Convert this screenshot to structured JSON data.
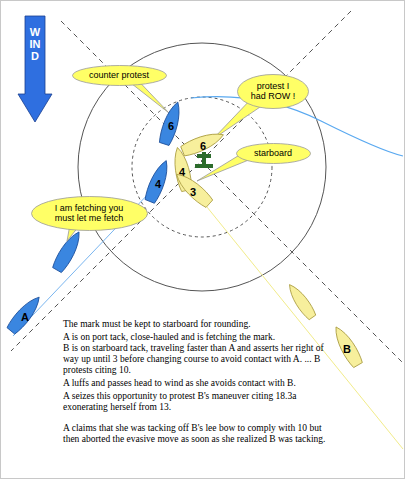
{
  "diagram": {
    "nodes": [
      {
        "text": [
          "WIND"
        ]
      },
      {
        "text": [
          "counter protest"
        ]
      },
      {
        "text": [
          "protest I had ROW !"
        ]
      },
      {
        "text": [
          "starboard"
        ]
      },
      {
        "text": [
          "I am fetching you must let me fetch"
        ]
      },
      {
        "text": [
          "6"
        ]
      },
      {
        "text": [
          "6"
        ]
      },
      {
        "text": [
          "4"
        ]
      },
      {
        "text": [
          "4"
        ]
      },
      {
        "text": [
          "3"
        ]
      },
      {
        "text": [
          "A"
        ]
      },
      {
        "text": [
          "B"
        ]
      }
    ],
    "labels": [
      "The mark must be kept to starboard for rounding.",
      "A is on port tack, close-hauled and is fetching the mark.",
      "B is on starboard tack, traveling faster than A and asserts her right of way up until 3 before changing course to avoid contact with A. ... B protests citing 10.",
      "A luffs and passes head to wind as she avoids contact with B.",
      "A seizes this opportunity to protest B's maneuver citing 18.3a exonerating herself from 13.",
      "A claims that she was tacking off B's lee bow to comply with 10 but then aborted the evasive move as soon as she realized B was tacking."
    ]
  }
}
